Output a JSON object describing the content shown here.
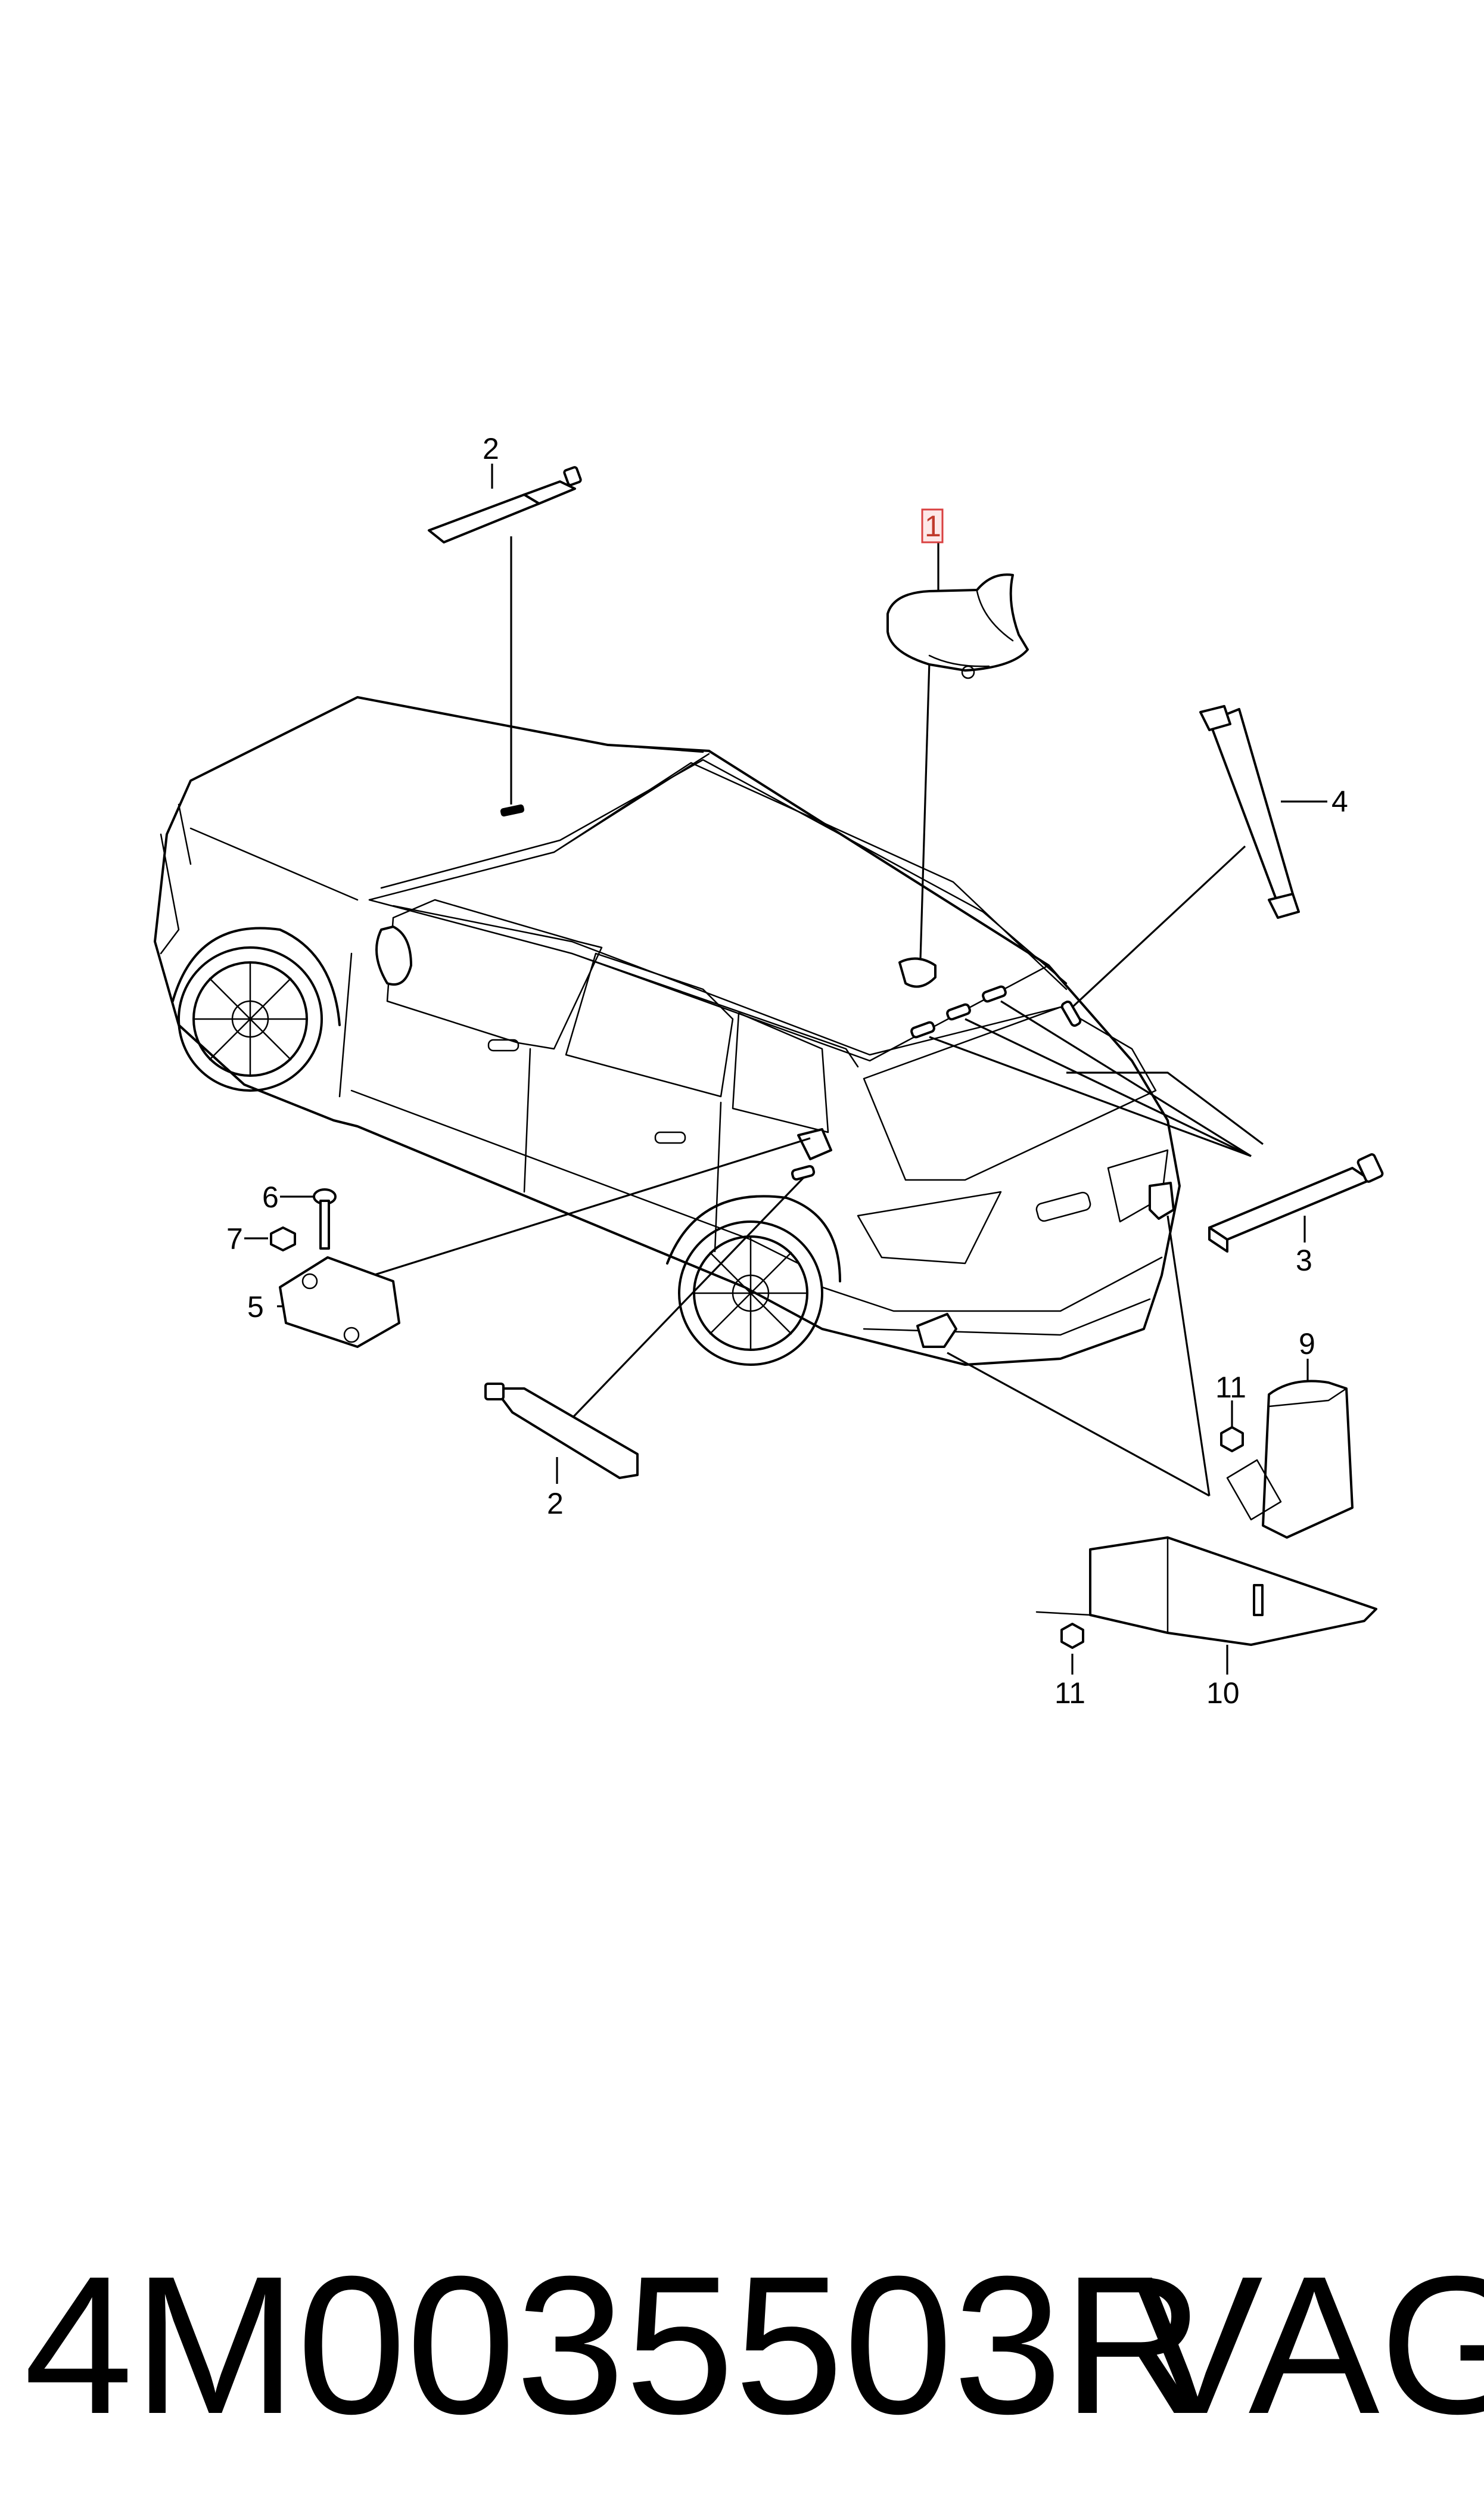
{
  "callouts": [
    {
      "id": "c1",
      "text": "1",
      "highlighted": true
    },
    {
      "id": "c2a",
      "text": "2"
    },
    {
      "id": "c2b",
      "text": "2"
    },
    {
      "id": "c3",
      "text": "3"
    },
    {
      "id": "c4",
      "text": "4"
    },
    {
      "id": "c5",
      "text": "5"
    },
    {
      "id": "c6",
      "text": "6"
    },
    {
      "id": "c7",
      "text": "7"
    },
    {
      "id": "c9",
      "text": "9"
    },
    {
      "id": "c10",
      "text": "10"
    },
    {
      "id": "c11a",
      "text": "11"
    },
    {
      "id": "c11b",
      "text": "11"
    }
  ],
  "footer": {
    "part_number": "4M0035503R",
    "brand": "VAG"
  },
  "colors": {
    "line": "#000000",
    "highlight_box": "#d94040",
    "background": "#ffffff"
  }
}
